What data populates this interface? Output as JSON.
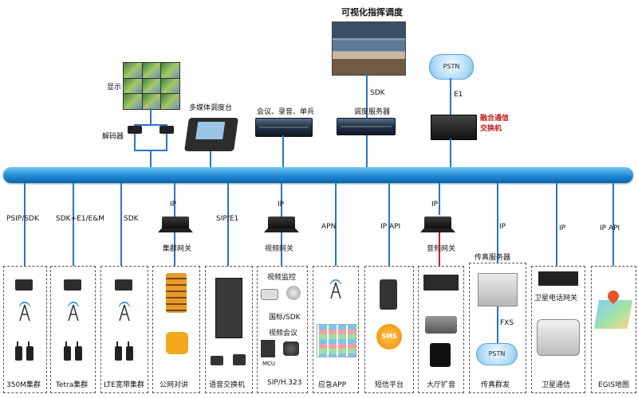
{
  "top": {
    "visual_dispatch_title": "可视化指挥调度",
    "display_label": "显示",
    "decoder_label": "解码器",
    "multimedia_console_label": "多媒体调度台",
    "conf_label": "会议、录音、单兵",
    "sdk_top_label": "SDK",
    "dispatch_server_label": "调度服务器",
    "pstn_top_label": "PSTN",
    "e1_label": "E1",
    "fusion_switch_label": "融合通信\n交换机"
  },
  "links": [
    {
      "id": "350m",
      "label": "PSIP/SDK"
    },
    {
      "id": "tetra",
      "label": "SDK+E1/E&M"
    },
    {
      "id": "lte",
      "label": "SDK"
    },
    {
      "id": "cluster_gw",
      "label": "IP"
    },
    {
      "id": "voice_switch",
      "label": "SIP/E1"
    },
    {
      "id": "video_gw",
      "label": "IP"
    },
    {
      "id": "app",
      "label": "APN"
    },
    {
      "id": "sms",
      "label": "IP API"
    },
    {
      "id": "audio_gw",
      "label": "IP"
    },
    {
      "id": "fax",
      "label": "IP"
    },
    {
      "id": "sat",
      "label": "IP"
    },
    {
      "id": "gis",
      "label": "IP API"
    }
  ],
  "gateways": {
    "cluster_gw": "集群网关",
    "video_gw": "视频网关",
    "audio_gw": "音频网关",
    "fax_server": "传真服务器"
  },
  "boxes": {
    "b350m": "350M集群",
    "tetra": "Tetra集群",
    "lte": "LTE宽带集群",
    "public_net": "公网对讲",
    "voice_switch": "语音交换机",
    "video_monitor": "视频监控",
    "gb_sdk": "国标/SDK",
    "video_conf": "视频会议",
    "mcu": "MCU",
    "sip_h323": "SIP/H.323",
    "emergency_app": "应急APP",
    "sms_platform": "短信平台",
    "sms_icon_text": "SMS",
    "hall_pa": "大厅扩音",
    "fxs": "FXS",
    "pstn_fax": "PSTN",
    "fax_group": "传真群发",
    "sat_phone_gw": "卫星电话网关",
    "sat_comm": "卫星通信",
    "egis_map": "EGIS地图"
  },
  "colors": {
    "bus": "#1d86d2",
    "line": "#2b73c9",
    "red": "#d11a1a"
  }
}
